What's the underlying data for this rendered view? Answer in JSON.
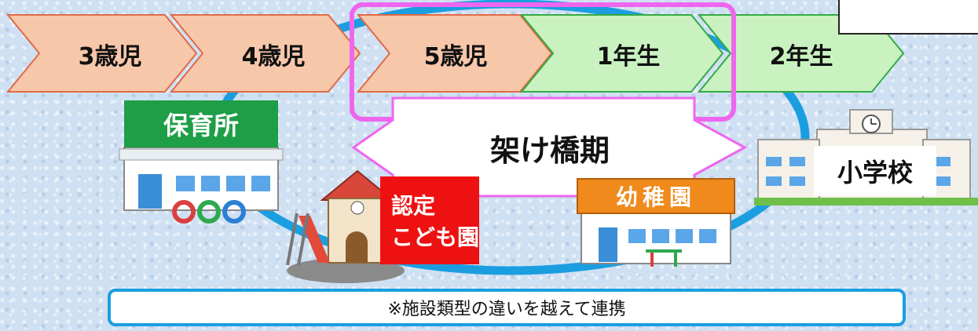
{
  "stages": [
    {
      "label": "3歳児",
      "color": "#f7c7aa"
    },
    {
      "label": "4歳児",
      "color": "#f7c7aa"
    },
    {
      "label": "5歳児",
      "color": "#f7c7aa"
    },
    {
      "label": "1年生",
      "color": "#c9f2c0"
    },
    {
      "label": "2年生",
      "color": "#c9f2c0"
    }
  ],
  "highlight_color": "#ee66ee",
  "bridge": {
    "label": "架け橋期"
  },
  "institutions": {
    "hoikusho": {
      "label": "保育所",
      "color": "#1e9e47"
    },
    "nintei": {
      "label_line1": "認定",
      "label_line2": "こども園",
      "color": "#ee1111"
    },
    "youchien": {
      "sign": "幼稚園",
      "color": "#f08a1c"
    },
    "shogakko": {
      "label": "小学校"
    }
  },
  "note": "※施設類型の違いを越えて連携",
  "ring_color": "#1b9ee0"
}
